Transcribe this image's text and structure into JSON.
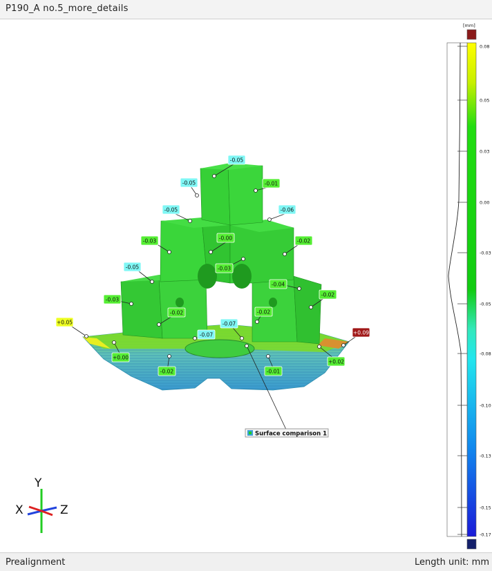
{
  "window": {
    "title": "P190_A no.5_more_details"
  },
  "status": {
    "mode": "Prealignment",
    "length_unit_label": "Length unit: mm"
  },
  "scale": {
    "unit": "[mm]",
    "ticks": [
      "0.08",
      "0.05",
      "0.03",
      "0.00",
      "-0.03",
      "-0.05",
      "-0.08",
      "-0.10",
      "-0.13",
      "-0.15",
      "-0.17"
    ],
    "colors": {
      "top": "#8b1a1a",
      "bottom": "#14206b",
      "max": "#ffff00",
      "green": "#11cc11",
      "cyan": "#22e6ee",
      "blue": "#1a1ad8"
    }
  },
  "labels": [
    {
      "text": "-0.05",
      "color": "#7ff7f5"
    },
    {
      "text": "-0.05",
      "color": "#7ff7f5"
    },
    {
      "text": "-0.01",
      "color": "#55ee33"
    },
    {
      "text": "-0.05",
      "color": "#7ff7f5"
    },
    {
      "text": "-0.06",
      "color": "#7ff7f5"
    },
    {
      "text": "-0.03",
      "color": "#55ee33"
    },
    {
      "text": "-0.00",
      "color": "#55ee33"
    },
    {
      "text": "-0.02",
      "color": "#55ee33"
    },
    {
      "text": "-0.03",
      "color": "#55ee33"
    },
    {
      "text": "-0.05",
      "color": "#7ff7f5"
    },
    {
      "text": "-0.04",
      "color": "#55ee33"
    },
    {
      "text": "-0.03",
      "color": "#55ee33"
    },
    {
      "text": "-0.02",
      "color": "#55ee33"
    },
    {
      "text": "-0.02",
      "color": "#55ee33"
    },
    {
      "text": "-0.02",
      "color": "#55ee33"
    },
    {
      "text": "+0.05",
      "color": "#eeff22"
    },
    {
      "text": "-0.07",
      "color": "#7ff7f5"
    },
    {
      "text": "-0.07",
      "color": "#7ff7f5"
    },
    {
      "text": "+0.09",
      "color": "#a01818"
    },
    {
      "text": "+0.00",
      "color": "#55ee33"
    },
    {
      "text": "+0.02",
      "color": "#55ee33"
    },
    {
      "text": "-0.02",
      "color": "#55ee33"
    },
    {
      "text": "-0.01",
      "color": "#55ee33"
    }
  ],
  "callout": {
    "text": "Surface comparison 1",
    "icon": "surface-comparison-icon"
  },
  "axes": {
    "x": "X",
    "y": "Y",
    "z": "Z"
  }
}
